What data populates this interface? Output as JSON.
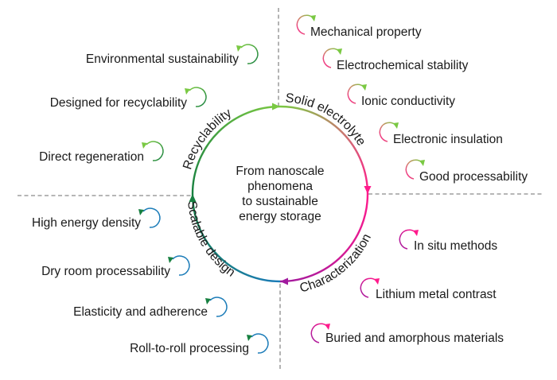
{
  "center": {
    "lines": [
      "From nanoscale",
      "phenomena",
      "to sustainable",
      "energy storage"
    ]
  },
  "colors": {
    "light_green": "#7ac943",
    "pink": "#ff1a8c",
    "purple": "#a11a9e",
    "blue": "#1a7bb8",
    "dark_green": "#178040",
    "divider": "#8a8a8a",
    "text": "#1a1a1a"
  },
  "quadrants": [
    {
      "id": "solid-electrolyte",
      "label": "Solid electrolyte",
      "icon": "clockwise-cycle-arrow-icon",
      "items": [
        "Mechanical property",
        "Electrochemical stability",
        "Ionic conductivity",
        "Electronic insulation",
        "Good processability"
      ]
    },
    {
      "id": "characterization",
      "label": "Characterization",
      "icon": "clockwise-cycle-arrow-icon",
      "items": [
        "In situ methods",
        "Lithium metal contrast",
        "Buried and amorphous materials"
      ]
    },
    {
      "id": "scalable-design",
      "label": "Scalable design",
      "icon": "counterclockwise-cycle-arrow-icon",
      "items": [
        "High energy density",
        "Dry room processability",
        "Elasticity and adherence",
        "Roll-to-roll processing"
      ]
    },
    {
      "id": "recyclability",
      "label": "Recyclability",
      "icon": "counterclockwise-cycle-arrow-icon",
      "items": [
        "Environmental sustainability",
        "Designed for recyclability",
        "Direct regeneration"
      ]
    }
  ]
}
